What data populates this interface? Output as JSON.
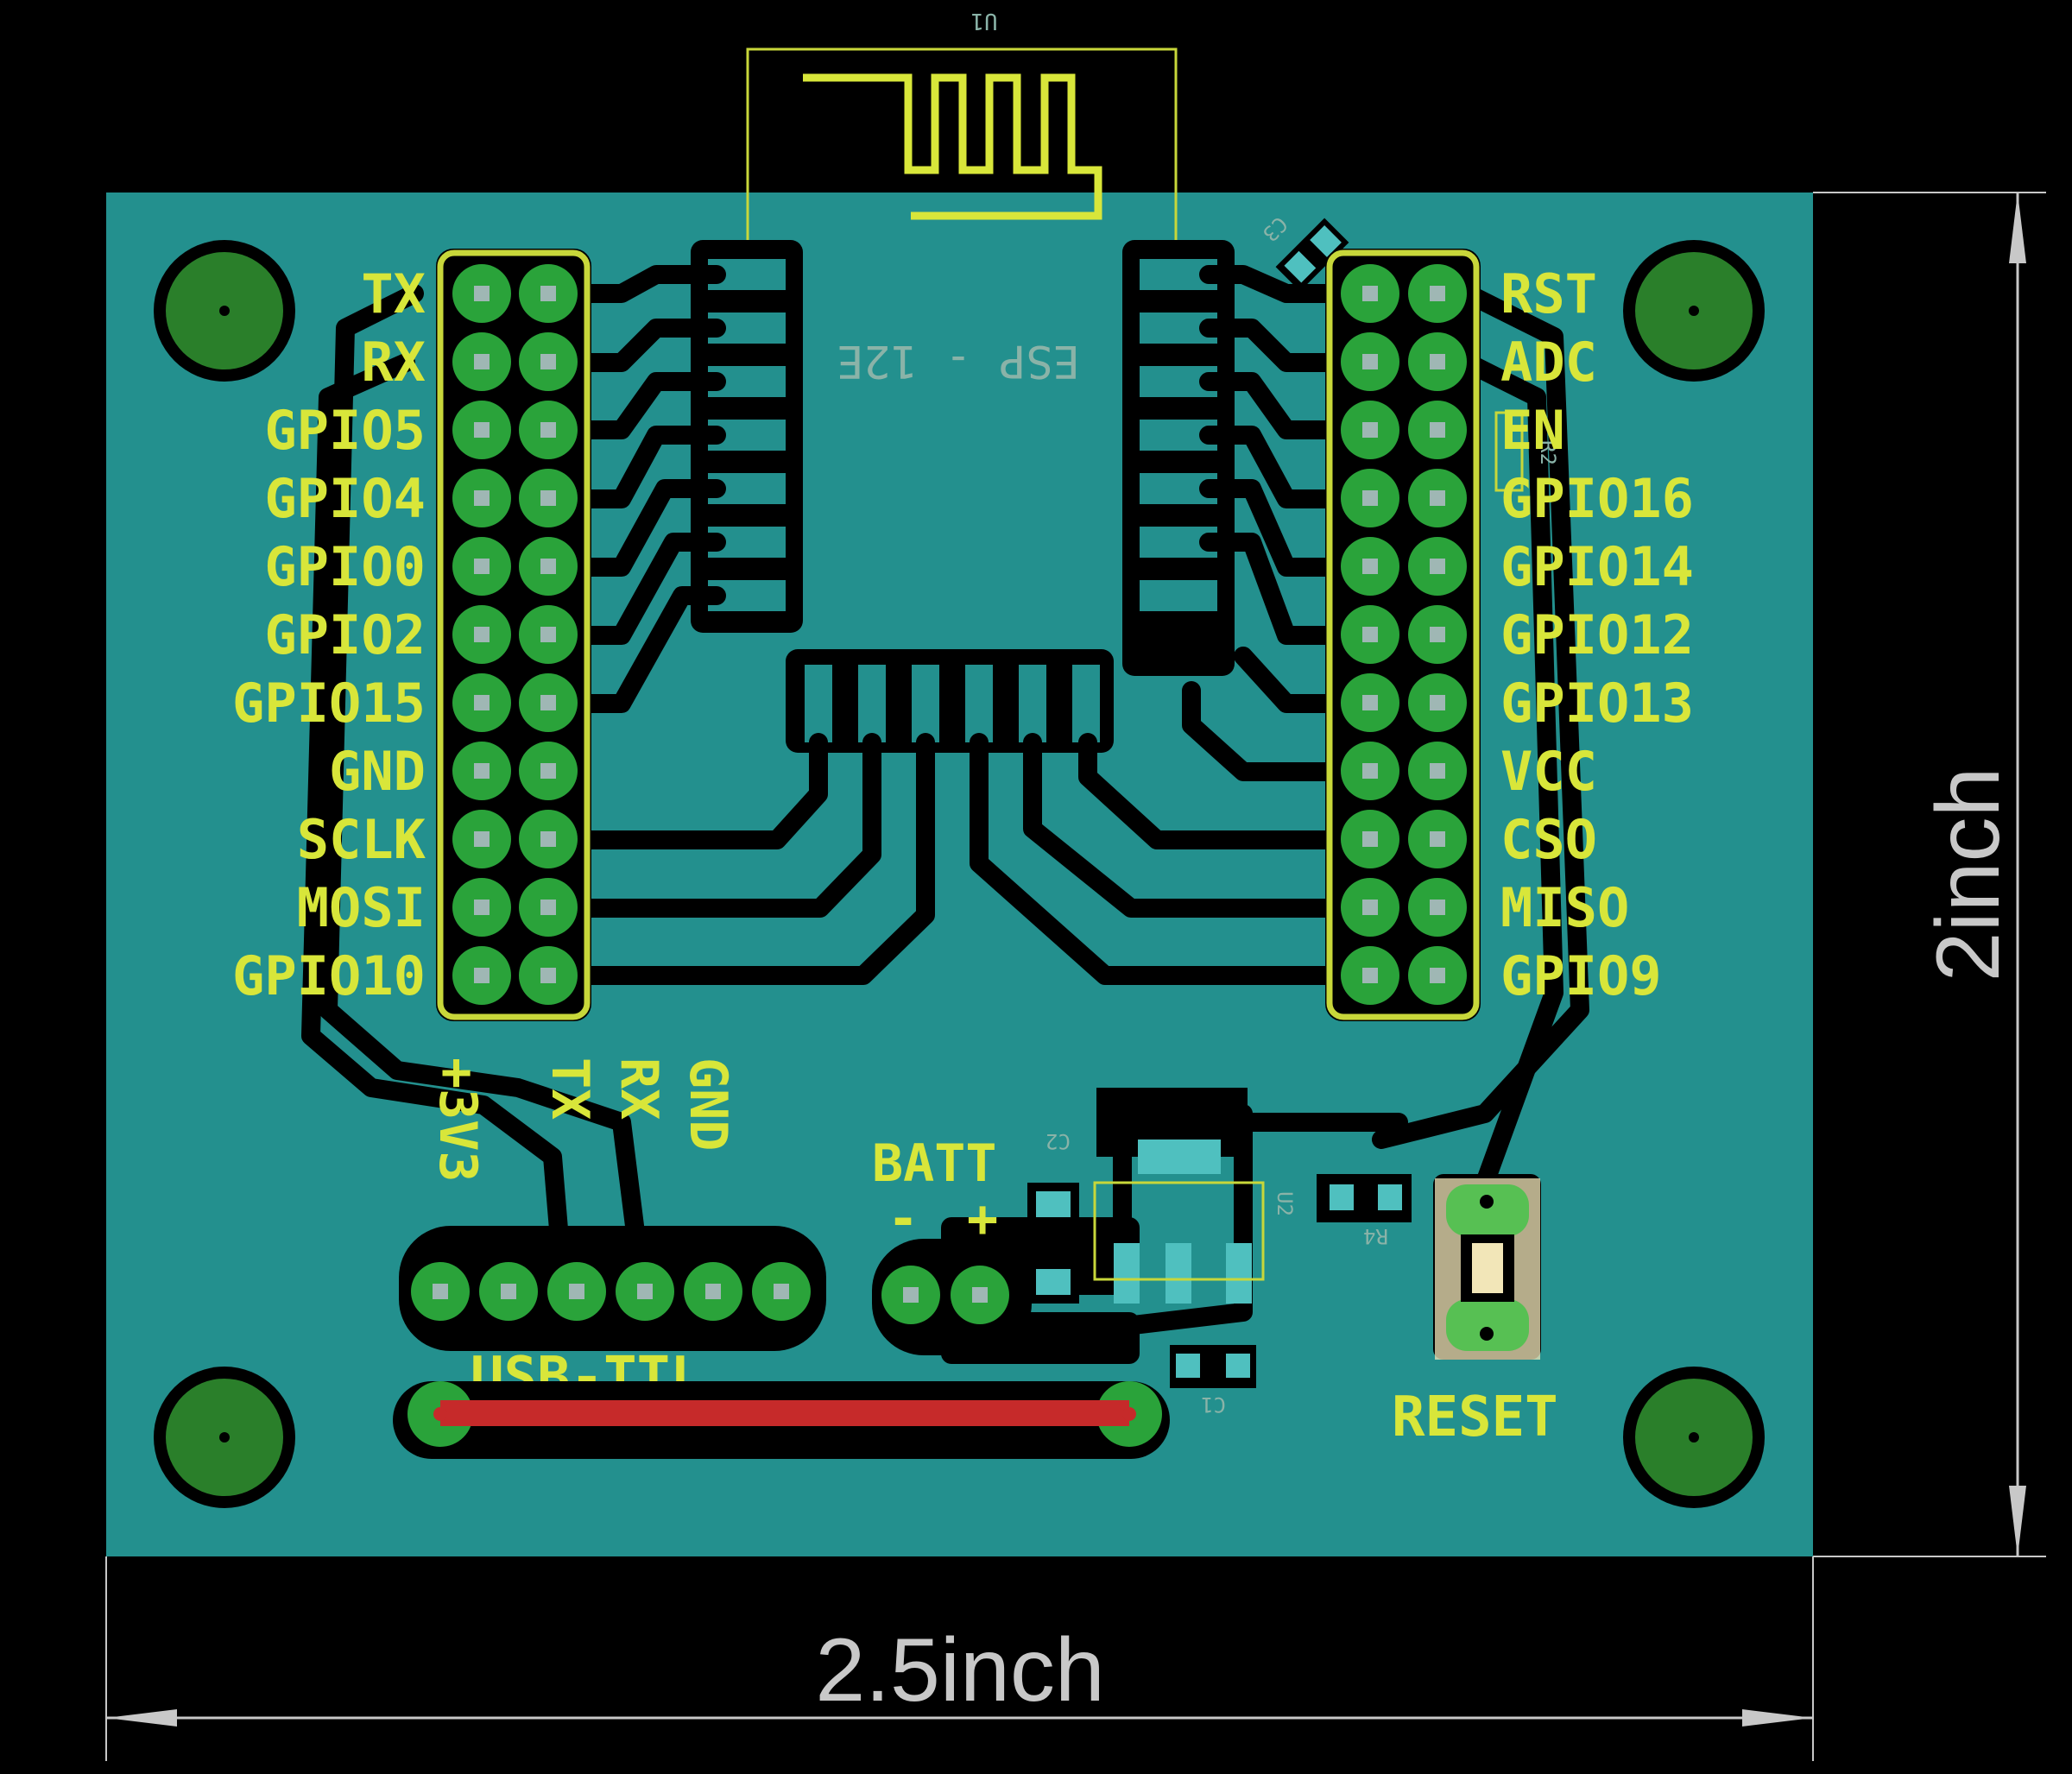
{
  "module": {
    "ref": "U1",
    "name": "ESP - 12E"
  },
  "left_header": {
    "labels": [
      "TX",
      "RX",
      "GPIO5",
      "GPIO4",
      "GPIO0",
      "GPIO2",
      "GPIO15",
      "GND",
      "SCLK",
      "MOSI",
      "GPIO10"
    ]
  },
  "right_header": {
    "labels": [
      "RST",
      "ADC",
      "EN",
      "GPIO16",
      "GPIO14",
      "GPIO12",
      "GPIO13",
      "VCC",
      "CSO",
      "MISO",
      "GPIO9"
    ]
  },
  "usb_ttl": {
    "title": "USB-TTL",
    "pins": [
      "+3V3",
      "TX",
      "RX",
      "GND"
    ]
  },
  "batt": {
    "title": "BATT",
    "minus": "-",
    "plus": "+"
  },
  "reset": {
    "label": "RESET"
  },
  "components": {
    "c1": "C1",
    "c2": "C2",
    "c3": "C3",
    "r4": "R4",
    "r2": "R2",
    "u2": "U2"
  },
  "dimensions": {
    "width": "2.5inch",
    "height": "2inch"
  },
  "colors": {
    "board": "#23908e",
    "silkscreen": "#d8e63a",
    "trace": "#000000",
    "pad": "#2aa33a",
    "jumper": "#c62a2a",
    "dimension": "#c8c8c8"
  }
}
